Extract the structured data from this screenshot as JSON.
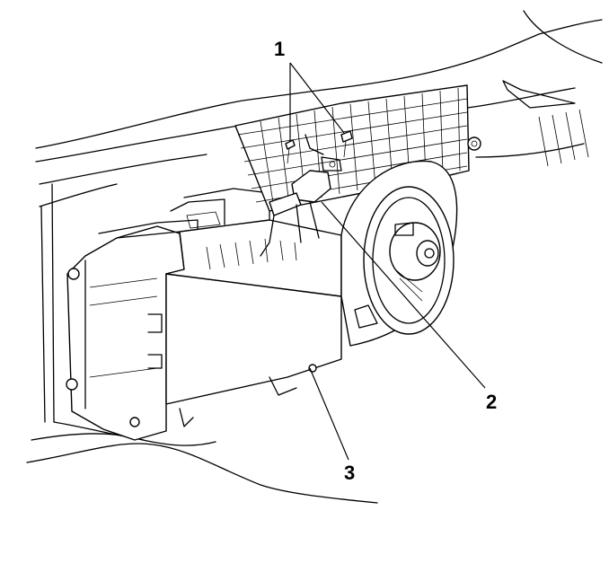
{
  "diagram": {
    "callouts": [
      {
        "id": "c1",
        "label": "1"
      },
      {
        "id": "c2",
        "label": "2"
      },
      {
        "id": "c3",
        "label": "3"
      }
    ]
  }
}
